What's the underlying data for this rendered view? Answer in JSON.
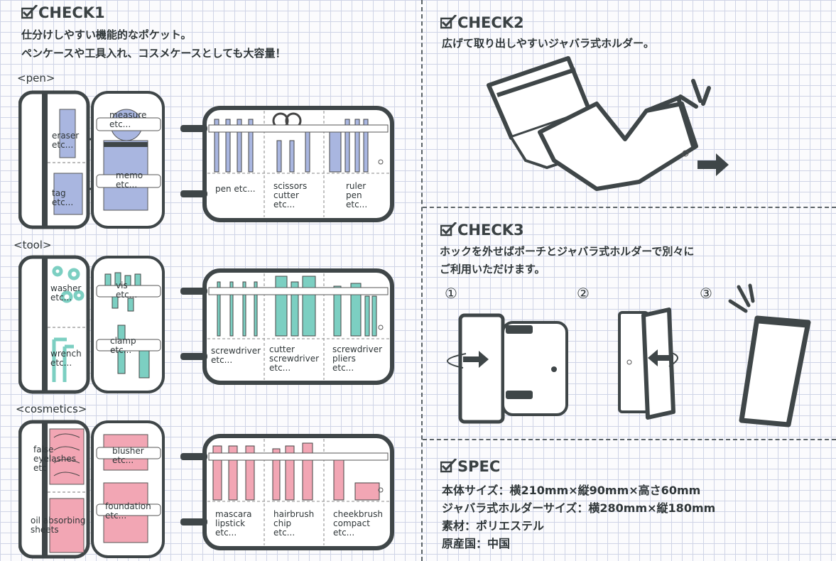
{
  "check1": {
    "title": "CHECK1",
    "lines": [
      "仕分けしやすい機能的なポケット。",
      "ペンケースや工具入れ、コスメケースとしても大容量！"
    ]
  },
  "sections": {
    "pen": {
      "category": "<pen>",
      "pouch_labels": [
        "eraser\netc...",
        "tag\netc...",
        "measure\netc...",
        "memo\netc..."
      ],
      "holder_labels": [
        "pen etc...",
        "scissors\ncutter\netc...",
        "ruler\npen\netc..."
      ]
    },
    "tool": {
      "category": "<tool>",
      "pouch_labels": [
        "washer\netc...",
        "wrench\netc...",
        "vis\netc...",
        "clamp\netc..."
      ],
      "holder_labels": [
        "screwdriver\netc...",
        "cutter\nscrewdriver\netc...",
        "screwdriver\npliers\netc..."
      ]
    },
    "cosmetics": {
      "category": "<cosmetics>",
      "pouch_labels": [
        "false\neyelashes\netc",
        "oil absorbing\nsheets",
        "blusher\netc...",
        "foundation\netc..."
      ],
      "holder_labels": [
        "mascara\nlipstick\netc...",
        "hairbrush\nchip\netc...",
        "cheekbrush\ncompact\netc..."
      ]
    }
  },
  "check2": {
    "title": "CHECK2",
    "line": "広げて取り出しやすいジャバラ式ホルダー。"
  },
  "check3": {
    "title": "CHECK3",
    "lines": [
      "ホックを外せばポーチとジャバラ式ホルダーで別々に",
      "ご利用いただけます。"
    ],
    "steps": [
      "①",
      "②",
      "③"
    ]
  },
  "spec": {
    "title": "SPEC",
    "lines": [
      "本体サイズ：横210mm×縦90mm×高さ60mm",
      "ジャバラ式ホルダーサイズ：横280mm×縦180mm",
      "素材：ポリエステル",
      "原産国：中国"
    ]
  },
  "colors": {
    "pen": "#a9b6e0",
    "tool": "#7ccfc2",
    "cosmetics": "#f2a6b4",
    "outline": "#3f4648"
  }
}
